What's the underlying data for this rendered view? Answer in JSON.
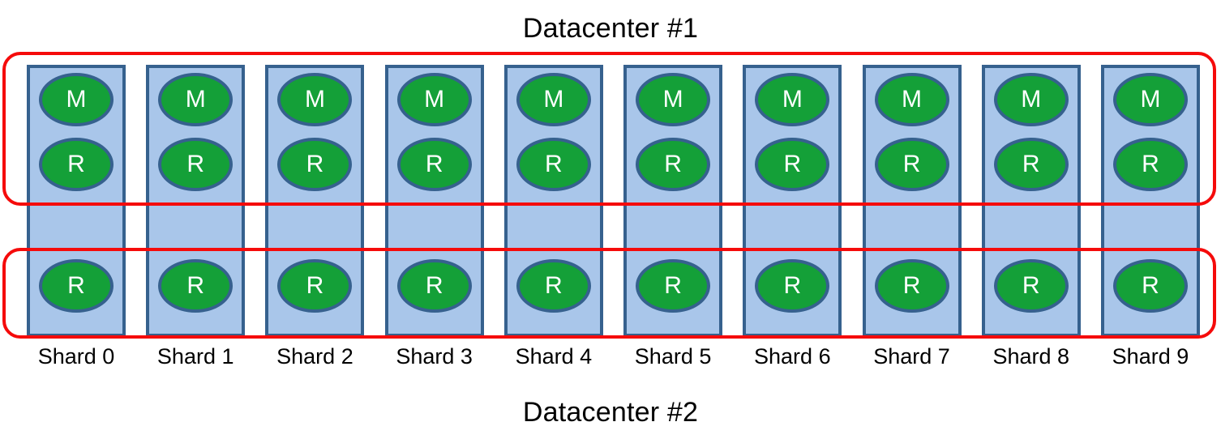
{
  "diagram": {
    "title_top": "Datacenter #1",
    "title_bottom": "Datacenter #2",
    "colors": {
      "shard_fill": "#A9C6EA",
      "shard_border": "#36618E",
      "node_fill": "#14A038",
      "node_border": "#36618E",
      "node_label": "#FFFFFF",
      "group_outline": "#F50B0B",
      "background": "#FFFFFF",
      "text": "#000000"
    },
    "legend": {
      "master_letter": "M",
      "replica_letter": "R"
    },
    "groups": [
      {
        "name": "datacenter-1-group",
        "label": "Datacenter #1",
        "rows": [
          "master",
          "replica"
        ]
      },
      {
        "name": "datacenter-2-group",
        "label": "Datacenter #2",
        "rows": [
          "replica"
        ]
      }
    ],
    "shards": [
      {
        "label": "Shard 0",
        "dc1_nodes": [
          "M",
          "R"
        ],
        "dc2_nodes": [
          "R"
        ]
      },
      {
        "label": "Shard 1",
        "dc1_nodes": [
          "M",
          "R"
        ],
        "dc2_nodes": [
          "R"
        ]
      },
      {
        "label": "Shard 2",
        "dc1_nodes": [
          "M",
          "R"
        ],
        "dc2_nodes": [
          "R"
        ]
      },
      {
        "label": "Shard 3",
        "dc1_nodes": [
          "M",
          "R"
        ],
        "dc2_nodes": [
          "R"
        ]
      },
      {
        "label": "Shard 4",
        "dc1_nodes": [
          "M",
          "R"
        ],
        "dc2_nodes": [
          "R"
        ]
      },
      {
        "label": "Shard 5",
        "dc1_nodes": [
          "M",
          "R"
        ],
        "dc2_nodes": [
          "R"
        ]
      },
      {
        "label": "Shard 6",
        "dc1_nodes": [
          "M",
          "R"
        ],
        "dc2_nodes": [
          "R"
        ]
      },
      {
        "label": "Shard 7",
        "dc1_nodes": [
          "M",
          "R"
        ],
        "dc2_nodes": [
          "R"
        ]
      },
      {
        "label": "Shard 8",
        "dc1_nodes": [
          "M",
          "R"
        ],
        "dc2_nodes": [
          "R"
        ]
      },
      {
        "label": "Shard 9",
        "dc1_nodes": [
          "M",
          "R"
        ],
        "dc2_nodes": [
          "R"
        ]
      }
    ]
  }
}
